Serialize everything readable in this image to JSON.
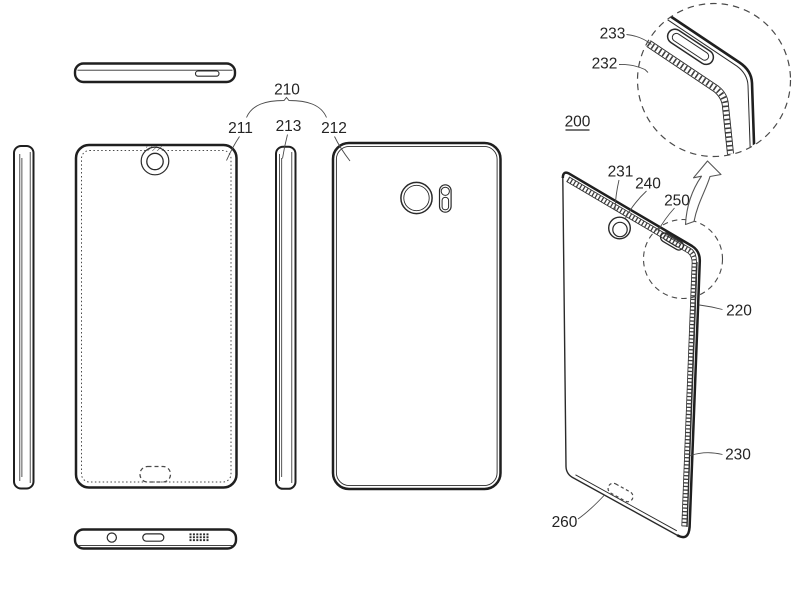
{
  "colors": {
    "background": "#ffffff",
    "line": "#1f1f1f",
    "muted_line": "#4a4a4a"
  },
  "reference_labels": {
    "r200": "200",
    "r210": "210",
    "r211": "211",
    "r212": "212",
    "r213": "213",
    "r220": "220",
    "r230": "230",
    "r231": "231",
    "r232": "232",
    "r233": "233",
    "r240": "240",
    "r250": "250",
    "r260": "260"
  }
}
